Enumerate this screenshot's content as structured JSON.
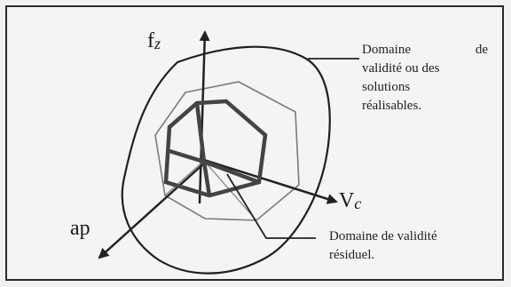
{
  "figure": {
    "axes": {
      "fz": {
        "main": "f",
        "sub": "z"
      },
      "vc": {
        "main": "V",
        "sub": "c"
      },
      "ap": "ap"
    },
    "annotations": {
      "outer_domain": {
        "line1_left": "Domaine",
        "line1_right": "de",
        "line2": "validité ou des",
        "line3": "solutions",
        "line4": "réalisables."
      },
      "residual_domain": {
        "line1": "Domaine de validité",
        "line2": "résiduel."
      }
    },
    "colors": {
      "frame": "#2a2a2a",
      "outer_shape": "#1f1f1f",
      "axes": "#222222",
      "middle_polygon": "#7b7b7b",
      "residual_shape": "#444444"
    }
  }
}
